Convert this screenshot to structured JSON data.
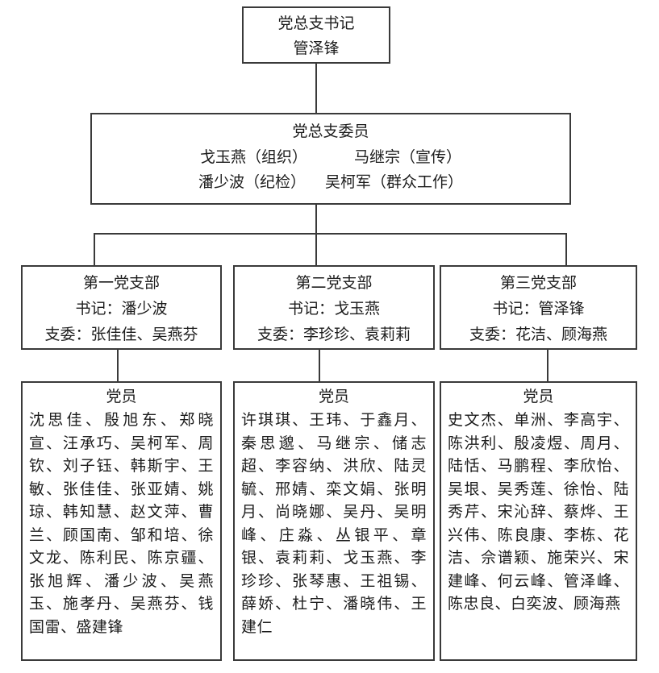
{
  "colors": {
    "border": "#3a3a3a",
    "connector": "#3a3a3a",
    "background": "#ffffff",
    "text": "#1c1c1c"
  },
  "root": {
    "title": "党总支书记",
    "name": "管泽锋"
  },
  "committee": {
    "title": "党总支委员",
    "rows": [
      {
        "left": "戈玉燕（组织）",
        "right": "马继宗（宣传）"
      },
      {
        "left": "潘少波（纪检）",
        "right": "吴柯军（群众工作）"
      }
    ]
  },
  "branches": [
    {
      "title": "第一党支部",
      "secretary": "书记：潘少波",
      "committee": "支委：张佳佳、吴燕芬",
      "members_title": "党员",
      "members": "沈思佳、殷旭东、郑晓宣、汪承巧、吴柯军、周钦、刘子钰、韩斯宇、王敏、张佳佳、张亚婧、姚琼、韩知慧、赵文萍、曹兰、顾国南、邹和培、徐文龙、陈利民、陈京疆、张旭辉、潘少波、吴燕玉、施孝丹、吴燕芬、钱国雷、盛建锋"
    },
    {
      "title": "第二党支部",
      "secretary": "书记：戈玉燕",
      "committee": "支委：李珍珍、袁莉莉",
      "members_title": "党员",
      "members": "许琪琪、王玮、于鑫月、秦思邈、马继宗、储志超、李容纳、洪欣、陆灵毓、邢婧、栾文娟、张明月、尚晓娜、吴丹、吴明峰、庄淼、丛银平、章银、袁莉莉、戈玉燕、李珍珍、张琴惠、王祖锡、薛娇、杜宁、潘晓伟、王建仁"
    },
    {
      "title": "第三党支部",
      "secretary": "书记：管泽锋",
      "committee": "支委：花洁、顾海燕",
      "members_title": "党员",
      "members": "史文杰、单洲、李高宇、陈洪利、殷凌煜、周月、陆恬、马鹏程、李欣怡、吴垠、吴秀莲、徐怡、陆秀芹、宋沁辞、蔡烨、王兴伟、陈良康、李栋、花洁、佘谱颖、施荣兴、宋建峰、何云峰、管泽峰、陈忠良、白奕波、顾海燕"
    }
  ]
}
